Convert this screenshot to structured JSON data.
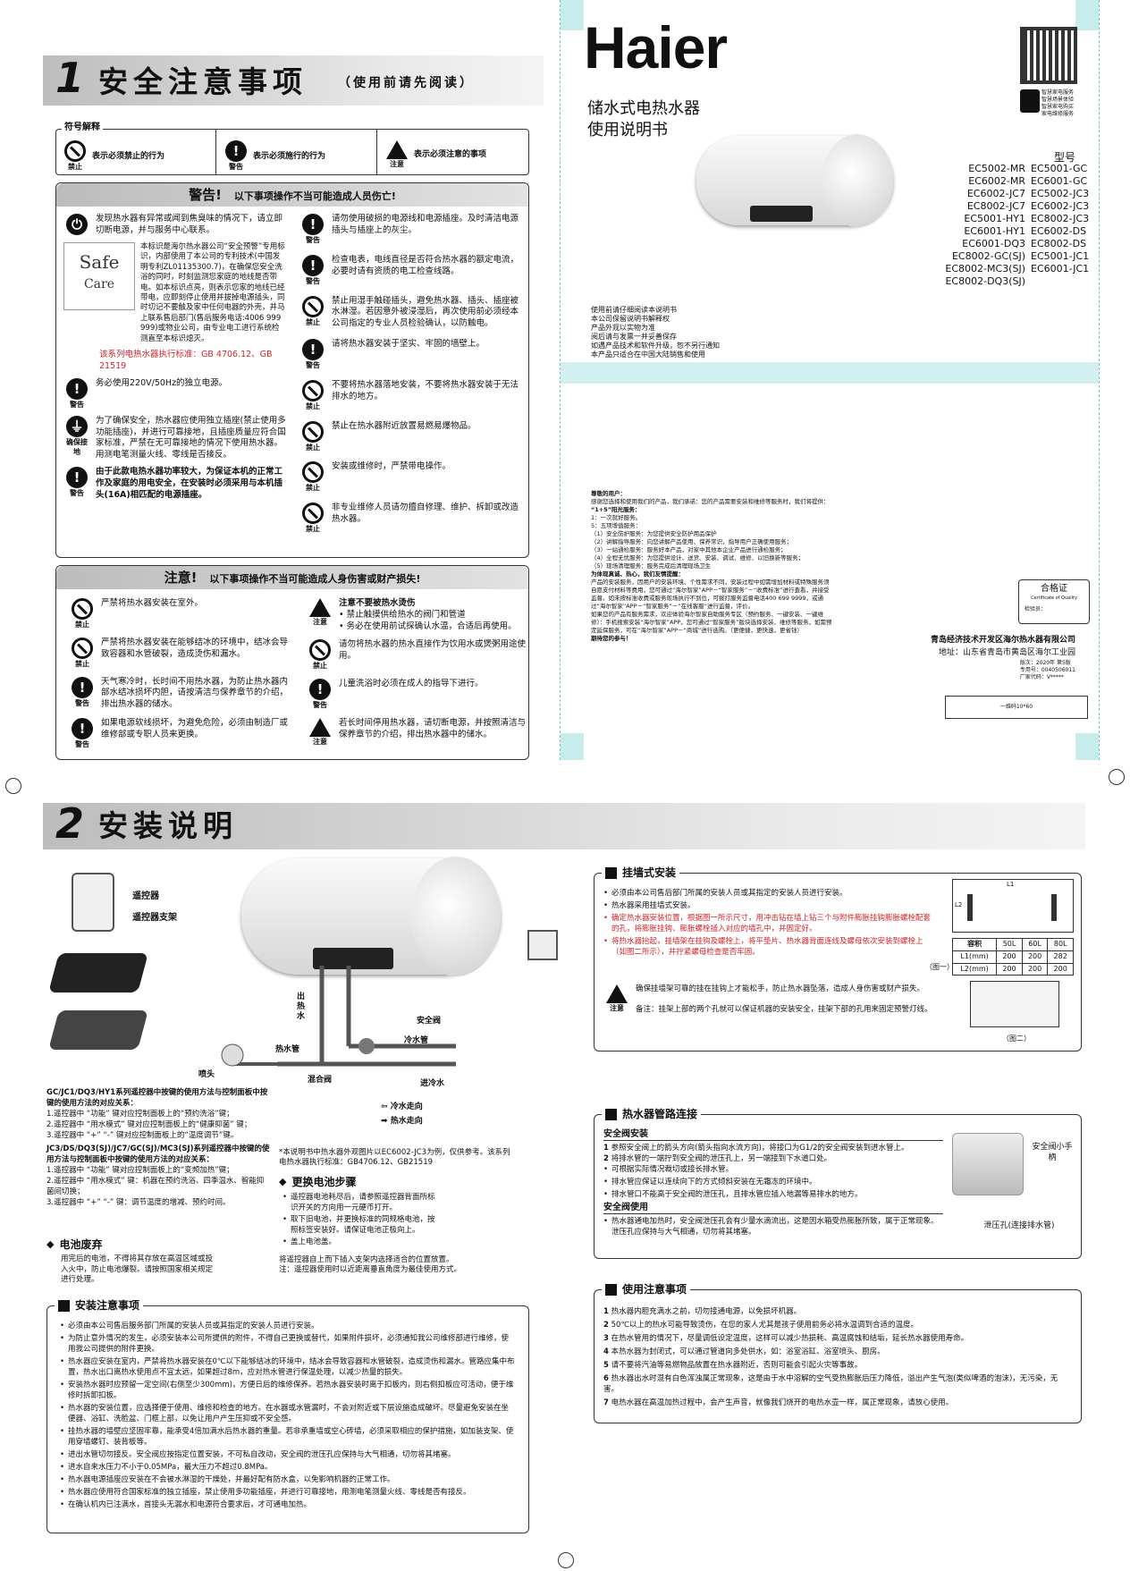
{
  "sec1": {
    "num": "1",
    "title": "安全注意事项",
    "subtitle": "（使用前请先阅读）"
  },
  "symbols": {
    "title": "符号解释",
    "items": [
      {
        "tag": "禁止",
        "text": "表示必须禁止的行为"
      },
      {
        "tag": "警告",
        "text": "表示必须施行的行为"
      },
      {
        "tag": "注意",
        "text": "表示必须注意的事项"
      }
    ]
  },
  "warning": {
    "title": "警告!",
    "subtitle": "以下事项操作不当可能造成人员伤亡!",
    "left": [
      {
        "tag": "",
        "text": "发现热水器有异常或闻到焦臭味的情况下，请立即切断电源，并与服务中心联系。"
      },
      {
        "tag": "",
        "text": "本标识是海尔热水器公司“安全预警”专用标识，内部使用了本公司的专利技术(中国发明专利ZL01135300.7)，在确保您安全洗浴的同时，时刻监测您家庭的地线是否带电。如本标识点亮，则表示您家的地线已经带电，应即刻停止使用并拔掉电源插头，同时切记不要触及家中任何电器的外壳，并马上联系售后部门(售后服务电话:4006 999 999)或物业公司，由专业电工进行系统检测直至本标识熄灭。"
      },
      {
        "tag": "",
        "red": "该系列电热水器执行标准：GB 4706.12、GB 21519",
        "text": ""
      },
      {
        "tag": "警告",
        "text": "务必使用220V/50Hz的独立电源。"
      },
      {
        "tag": "确保接地",
        "text": "为了确保安全，热水器应使用独立插座(禁止使用多功能插座)，并进行可靠接地，且插座质量应符合国家标准，严禁在无可靠接地的情况下使用热水器。用测电笔测量火线、零线是否接反。"
      },
      {
        "tag": "警告",
        "text": "由于此款电热水器功率较大，为保证本机的正常工作及家庭的用电安全，在安装时必须采用与本机插头(16A)相匹配的电源插座。",
        "bold": true
      }
    ],
    "right": [
      {
        "tag": "警告",
        "text": "请勿使用破损的电源线和电源插座。及时清洁电源插头与插座上的灰尘。"
      },
      {
        "tag": "警告",
        "text": "检查电表，电线直径是否符合热水器的额定电流，必要时请有资质的电工检查线路。"
      },
      {
        "tag": "禁止",
        "text": "禁止用湿手触碰插头，避免热水器、插头、插座被水淋湿。若因意外被浸湿后，再次使用前必须经本公司指定的专业人员检验确认，以防触电。"
      },
      {
        "tag": "警告",
        "text": "请将热水器安装于坚实、牢固的墙壁上。"
      },
      {
        "tag": "禁止",
        "text": "不要将热水器落地安装，不要将热水器安装于无法排水的地方。"
      },
      {
        "tag": "禁止",
        "text": "禁止在热水器附近放置易燃易爆物品。"
      },
      {
        "tag": "禁止",
        "text": "安装或维修时，严禁带电操作。"
      },
      {
        "tag": "禁止",
        "text": "非专业维修人员请勿擅自修理、维护、拆卸或改造热水器。"
      }
    ]
  },
  "caution": {
    "title": "注意!",
    "subtitle": "以下事项操作不当可能造成人身伤害或财产损失!",
    "left": [
      {
        "tag": "禁止",
        "text": "严禁将热水器安装在室外。"
      },
      {
        "tag": "禁止",
        "text": "严禁将热水器安装在能够结冰的环境中，结冰会导致容器和水管破裂，造成烫伤和漏水。"
      },
      {
        "tag": "警告",
        "text": "天气寒冷时，长时间不用热水器，为防止热水器内部水结冰损坏内胆，请按清洁与保养章节的介绍，排出热水器的储水。"
      },
      {
        "tag": "警告",
        "text": "如果电源软线损坏，为避免危险，必须由制造厂或维修部或专职人员来更换。"
      }
    ],
    "right": [
      {
        "tag": "注意",
        "text": "注意不要被热水烫伤",
        "sub": "• 禁止触摸供给热水的阀门和管道\n• 务必在使用前试探确认水温，合适后再使用。"
      },
      {
        "tag": "禁止",
        "text": "请勿将热水器的热水直接作为饮用水或煲粥用途使用。"
      },
      {
        "tag": "警告",
        "text": "儿童洗浴时必须在成人的指导下进行。"
      },
      {
        "tag": "注意",
        "text": "若长时间停用热水器，请切断电源，并按照清洁与保养章节的介绍，排出热水器中的储水。"
      }
    ]
  },
  "cover": {
    "brand": "Haier",
    "title1": "储水式电热水器",
    "title2": "使用说明书",
    "model_label": "型号",
    "models_left": [
      "EC5002-MR",
      "EC6002-MR",
      "EC6002-JC7",
      "EC8002-JC7",
      "EC5001-HY1",
      "EC6001-HY1",
      "EC6001-DQ3",
      "EC8002-GC(SJ)",
      "EC8002-MC3(SJ)",
      "EC8002-DQ3(SJ)"
    ],
    "models_right": [
      "EC5001-GC",
      "EC6001-GC",
      "EC5002-JC3",
      "EC6002-JC3",
      "EC8002-JC3",
      "EC6002-DS",
      "EC8002-DS",
      "EC5001-JC1",
      "EC6001-JC1"
    ],
    "notes": [
      "使用前请仔细阅读本说明书",
      "本公司保留说明书解释权",
      "产品外观以实物为准",
      "阅后请与发票一并妥善保存",
      "如遇产品技术和软件升级，恕不另行通知",
      "本产品只适合在中国大陆销售和使用"
    ],
    "qr_side": [
      "智慧家电服务",
      "智慧场景体验",
      "智慧家电购买",
      "家电维修服务"
    ],
    "letter": {
      "greeting": "尊敬的用户：",
      "body1": "感谢您选择和使用我们的产品，我们承诺：您的产品需要安装和维修等服务时，我们将提供：",
      "h1": "“1+5”阳光服务：",
      "lines": [
        "1：一次就好服务。",
        "5：五项增值服务：",
        "（1）安全防护服务：为您提供安全防护用品保护",
        "（2）讲解指导服务：向您讲解产品使用、保养常识，指导用户正确使用服务；",
        "（3）一站通检服务：服务好本产品，对家中其他本企业产品进行通检服务；",
        "（4）全程无忧服务：为您提供设计、送货、安装、调试、维修、以旧换新等服务；",
        "（5）现场清理服务：服务完成后清理现场卫生"
      ],
      "h2": "为体现真诚、热心，我们友情提醒：",
      "p2": "产品的安装服务，因用户的安装环境、个性需求不同，安装过程中如需增加材料或特殊服务须自愿支付材料等费用，您可通过“海尔智家”APP－“智家服务”－“收费标准”进行查看，并接受监督。如未按标准收费或服务现场执行不到位，可拨打服务监督电话400 699 9999，或通过“海尔智家”APP－“智家服务”－“在线客服”进行监督，评价。",
      "p3": "如果您的产品有服务需求，欢迎体验海尔智家自助服务专区（预约服务、一键安装、一键维修）：手机搜索安装“海尔智家”APP，您可通过“智家服务”版块选择安装、维修等服务，如需预定延保服务，可在“海尔智家”APP－“商城”进行选购。（更便捷，更快速，更省钱）",
      "closing": "期待您的参与！"
    },
    "cert_title": "合格证",
    "cert_en": "Certificate of Quality",
    "cert_inspector": "检验员：",
    "company": "青岛经济技术开发区海尔热水器有限公司",
    "address": "地址：山东省青岛市黄岛区海尔工业园",
    "version": "版次：2020年 第5版",
    "code1": "专用号：0040506011",
    "code2": "厂家代码：V*****",
    "barcode_text": "一维码10*60"
  },
  "sec2": {
    "num": "2",
    "title": "安装说明"
  },
  "diagram": {
    "remote": "遥控器",
    "remote_holder": "遥控器支架",
    "safety_valve": "安全阀",
    "cold_pipe": "冷水管",
    "hot_pipe": "热水管",
    "mixing_valve": "混合阀",
    "shower": "喷头",
    "cold_in": "进冷水",
    "hot_out": "出热水",
    "legend_cold": "冷水走向",
    "legend_hot": "热水走向"
  },
  "remote_text": {
    "h1": "GC/JC1/DQ3/HY1系列遥控器中按键的使用方法与控制面板中按键的使用方法的对应关系：",
    "l1": [
      "1.遥控器中 “功能” 键对应控制面板上的“预约洗浴”键；",
      "2.遥控器中 “用水模式” 键对应控制面板上的“健康抑菌” 键；",
      "3.遥控器中 “+” “-” 键对应控制面板上的“温度调节”键。"
    ],
    "h2": "JC3/DS/DQ3(SJ)/JC7/GC(SJ)/MC3(SJ)系列遥控器中按键的使用方法与控制面板中按键的使用方法的对应关系：",
    "l2": [
      "1.遥控器中 “功能” 键对应控制面板上的“变频加热”键；",
      "2.遥控器中 “用水模式” 键：机器在预约洗浴、四季温水、智能抑菌间切换；",
      "3.遥控器中 “+” “-” 键：调节温度的增减、预约时间。"
    ]
  },
  "battery_dispose": {
    "title": "电池废弃",
    "text": "用完后的电池，不得将其存放在高温区域或投入火中，防止电池爆裂。请按照国家相关规定进行处理。"
  },
  "note_model": "*本说明书中热水器外观图片以EC6002-JC3为例，仅供参考。该系列电热水器执行标准：GB4706.12、GB21519",
  "battery_change": {
    "title": "更换电池步骤",
    "steps": [
      "遥控器电池耗尽后，请参照遥控器背面所标识开关的方向用一元硬币打开。",
      "取下旧电池，并更换标准的同规格电池，按照标签安装好。请保证电池正极向上。",
      "盖上电池盖。"
    ],
    "note": "将遥控器自上而下插入支架内选择适合的位置放置。\n注：遥控器使用时以近距离垂直角度为最佳使用方式。"
  },
  "install_notes": {
    "title": "安装注意事项",
    "items": [
      "必须由本公司售后服务部门所属的安装人员或其指定的安装人员进行安装。",
      "为防止意外情况的发生，必须安装本公司所提供的附件，不得自己更换或替代，如果附件损坏，必须通知我公司维修部进行维修，使用我公司提供的附件更换。",
      "热水器应安装在室内，严禁将热水器安装在0℃以下能够结冰的环境中，结冰会导致容器和水管破裂，造成烫伤和漏水。管路应集中布置，热水出口离热水使用点不宜太远，如果超过8m，应对热水管进行保温处理，以减少热量的损失。",
      "安装热水器时应预留一定空间(右侧至少300mm)，方便日后的维修保养。若热水器安装时离于扣板内，则右侧扣板应可活动，便于维修时拆卸扣板。",
      "热水器的安装位置，应选择便于使用、维修和检查的地方。在水器或水管漏时，不会对附近或下层设施造成破坏。尽量避免安装在坐便器、浴缸、洗脸盆、门框上部，以免让用户产生压抑或不安全感。",
      "挂热水器的墙壁应坚固牢靠，能承受4倍加满水后热水器的重量。若非承重墙或空心砖墙，必须采取相应的保护措施，如加装支架、使用穿墙螺钉、装背板等。",
      "进出水管切勿接反。安全阀应按指定位置安装，不可私自改动，安全阀的泄压孔应保持与大气相通，切勿将其堵塞。",
      "进水自来水压力不小于0.05MPa，最大压力不超过0.8MPa。",
      "热水器电源插座应安装在不会被水淋湿的干燥处，并最好配有防水盒，以免影响机器的正常工作。",
      "热水器应使用符合国家标准的独立插座，禁止使用多功能插座，并进行可靠接地，用测电笔测量火线、零线是否有接反。",
      "在确认机内已注满水，首接头无漏水和电源符合要求后，才可通电加热。"
    ]
  },
  "wall": {
    "title": "挂墙式安装",
    "items": [
      "必须由本公司售后部门所属的安装人员或其指定的安装人员进行安装。",
      "热水器采用挂墙式安装。"
    ],
    "red_items": [
      "确定热水器安装位置，根据图一所示尺寸，用冲击钻在墙上钻三个与附件膨胀挂钩膨胀螺栓配套的孔，将膨胀挂钩、膨胀螺栓插入对应的墙孔中，并固定好。",
      "将热水器抬起，挂墙架在挂钩及螺栓上，将平垫片、热水器背面连线及螺母依次安装到螺栓上（如图二所示），并拧紧螺母检查是否牢固。"
    ],
    "caution": "确保挂墙架可靠的挂在挂钩上才能松手，防止热水器坠落，造成人身伤害或财产损失。",
    "remark": "备注：挂架上部的两个孔就可以保证机器的安装安全，挂架下部的孔用来固定预警灯线。",
    "fig1": "（图一）",
    "fig2": "（图二）",
    "table_head": [
      "容积",
      "50L",
      "60L",
      "80L"
    ],
    "table_rows": [
      [
        "L1(mm)",
        "200",
        "200",
        "282"
      ],
      [
        "L2(mm)",
        "200",
        "200",
        "200"
      ]
    ],
    "dim1": "L1",
    "dim2": "L2"
  },
  "pipes": {
    "title": "热水器管路连接",
    "sub1": "安全阀安装",
    "steps1": [
      "参照安全阀上的箭头方向(箭头指向水流方向)，将接口为G1/2的安全阀安装到进水管上。",
      "将排水管的一端拧到安全阀的泄压孔上，另一端接到下水道口处。"
    ],
    "bul1": [
      "可根据实际情况裁切或接长排水管。",
      "排水管应保证以连续向下的方式倾斜安装在无霜冻的环境中。",
      "排水管口不能高于安全阀的泄压孔，且排水管应插入地漏等易排水的地方。"
    ],
    "sub2": "安全阀使用",
    "bul2": [
      "热水器通电加热时，安全阀泄压孔会有少量水滴流出，这是因水箱受热膨胀所致，属于正常现象。泄压孔应保持与大气相通，切勿将其堵塞。"
    ],
    "lbl_handle": "安全阀小手柄",
    "lbl_hole": "泄压孔(连接排水管)"
  },
  "usage": {
    "title": "使用注意事项",
    "items": [
      "热水器内胆充满水之前，切勿接通电源，以免损坏机器。",
      "50℃以上的热水可能导致烫伤，在您的家人尤其是孩子使用前务必将水温调到合适的温度。",
      "在热水管用的情况下，尽量调低设定温度，这样可以减少热损耗、高温腐蚀和结垢，延长热水器使用寿命。",
      "本热水器为封闭式，可以通过管道向多处供水，如：浴室浴缸、浴室喷头、厨房。",
      "请不要将汽油等易燃物品放置在热水器附近，否则可能会引起火灾等事故。",
      "热水器出水时混有白色浑浊属正常现象，这是由于水中溶解的空气受热膨胀后压力降低，溢出产生气泡(类似啤酒的泡沫)，无污染，无害。",
      "电热水器在高温加热过程中，会产生声音，就像我们烧开的电热水壶一样，属正常现象，请放心使用。"
    ]
  }
}
